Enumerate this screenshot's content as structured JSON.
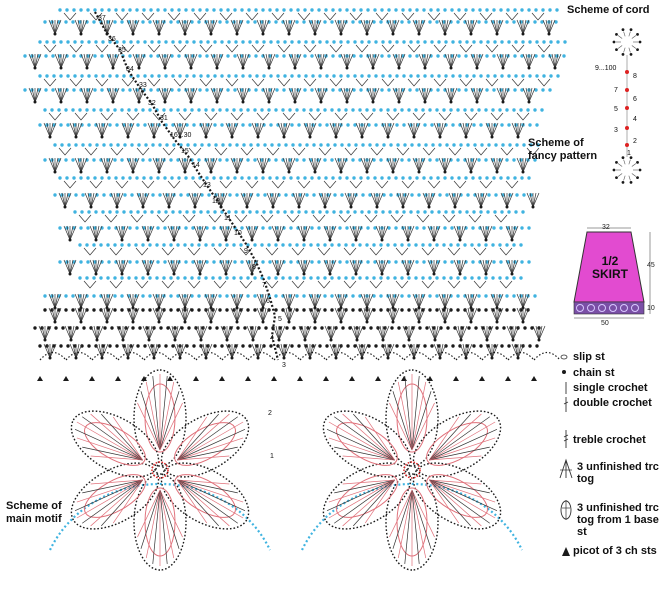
{
  "labels": {
    "cord": "Scheme of cord",
    "fancy": [
      "Scheme of",
      "fancy pattern"
    ],
    "motif": [
      "Scheme of",
      "main motif"
    ]
  },
  "skirt": {
    "title": [
      "1/2",
      "SKIRT"
    ],
    "top": "32",
    "bottom": "50",
    "height1": "45",
    "height2": "10",
    "fill": "#e24bd0",
    "trim": "#7a4fa6"
  },
  "cord_numbers": [
    "9...100",
    "8",
    "7",
    "6",
    "5",
    "4",
    "3",
    "2",
    "1"
  ],
  "row_numbers": [
    "37",
    "36",
    "35",
    "34",
    "33",
    "32",
    "31",
    "16...30",
    "15",
    "14",
    "13",
    "12",
    "11",
    "10",
    "9",
    "8",
    "7",
    "6",
    "5",
    "4",
    "3",
    "2",
    "1"
  ],
  "legend": [
    {
      "icon": "slip-st",
      "text": [
        "slip st"
      ]
    },
    {
      "icon": "chain-st",
      "text": [
        "chain st"
      ]
    },
    {
      "icon": "single-crochet",
      "text": [
        "single crochet"
      ]
    },
    {
      "icon": "double-crochet",
      "text": [
        "double crochet"
      ]
    },
    {
      "icon": "treble-crochet",
      "text": [
        "treble crochet"
      ]
    },
    {
      "icon": "trc-tog",
      "text": [
        "3 unfinished trc",
        "tog"
      ]
    },
    {
      "icon": "trc-tog-base",
      "text": [
        "3 unfinished trc",
        "tog from 1 base",
        "st"
      ]
    },
    {
      "icon": "picot",
      "text": [
        "picot of 3 ch sts"
      ]
    }
  ],
  "colors": {
    "blue": "#3fb3e0",
    "black": "#1a1a1a",
    "pink": "#e0707a",
    "red": "#d22"
  }
}
